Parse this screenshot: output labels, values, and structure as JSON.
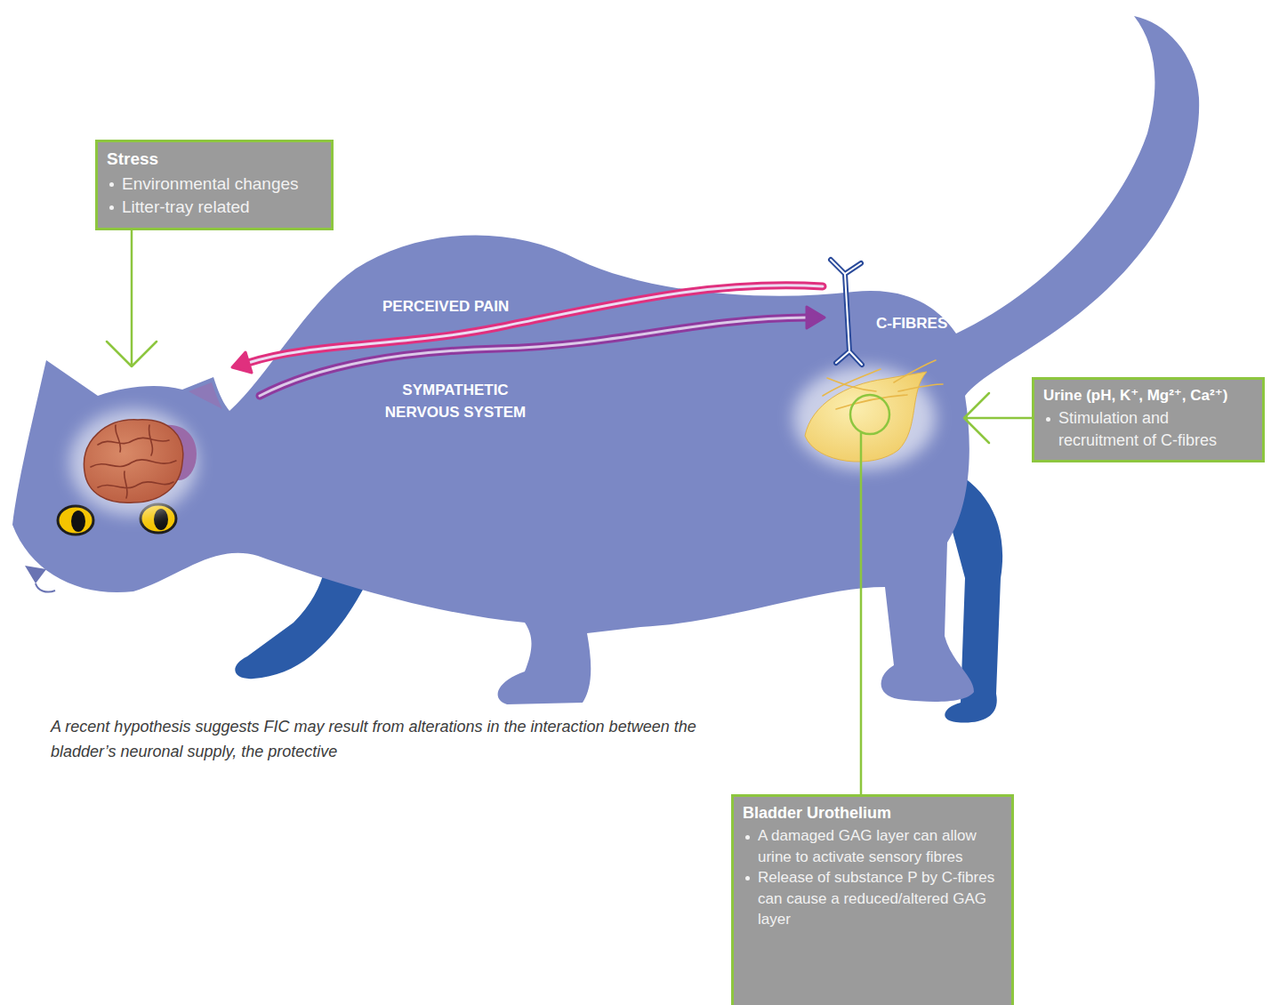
{
  "diagram": {
    "caption": "A recent hypothesis suggests FIC may result from alterations in the interaction between the bladder’s neuronal supply, the protective",
    "nodes": [
      {
        "text": [
          "Stress",
          "Environmental changes",
          "Litter-tray related"
        ]
      },
      {
        "text": [
          "Urine (pH, K⁺, Mg²⁺, Ca²⁺)",
          "Stimulation and recruitment of C-fibres"
        ]
      },
      {
        "text": [
          "Bladder Urothelium",
          "A damaged GAG layer can allow urine to activate sensory fibres",
          "Release of substance P by C-fibres can cause a reduced/altered GAG layer"
        ]
      }
    ],
    "labels": [
      "PERCEIVED PAIN",
      "C-FIBRES",
      "SYMPATHETIC NERVOUS SYSTEM"
    ]
  }
}
